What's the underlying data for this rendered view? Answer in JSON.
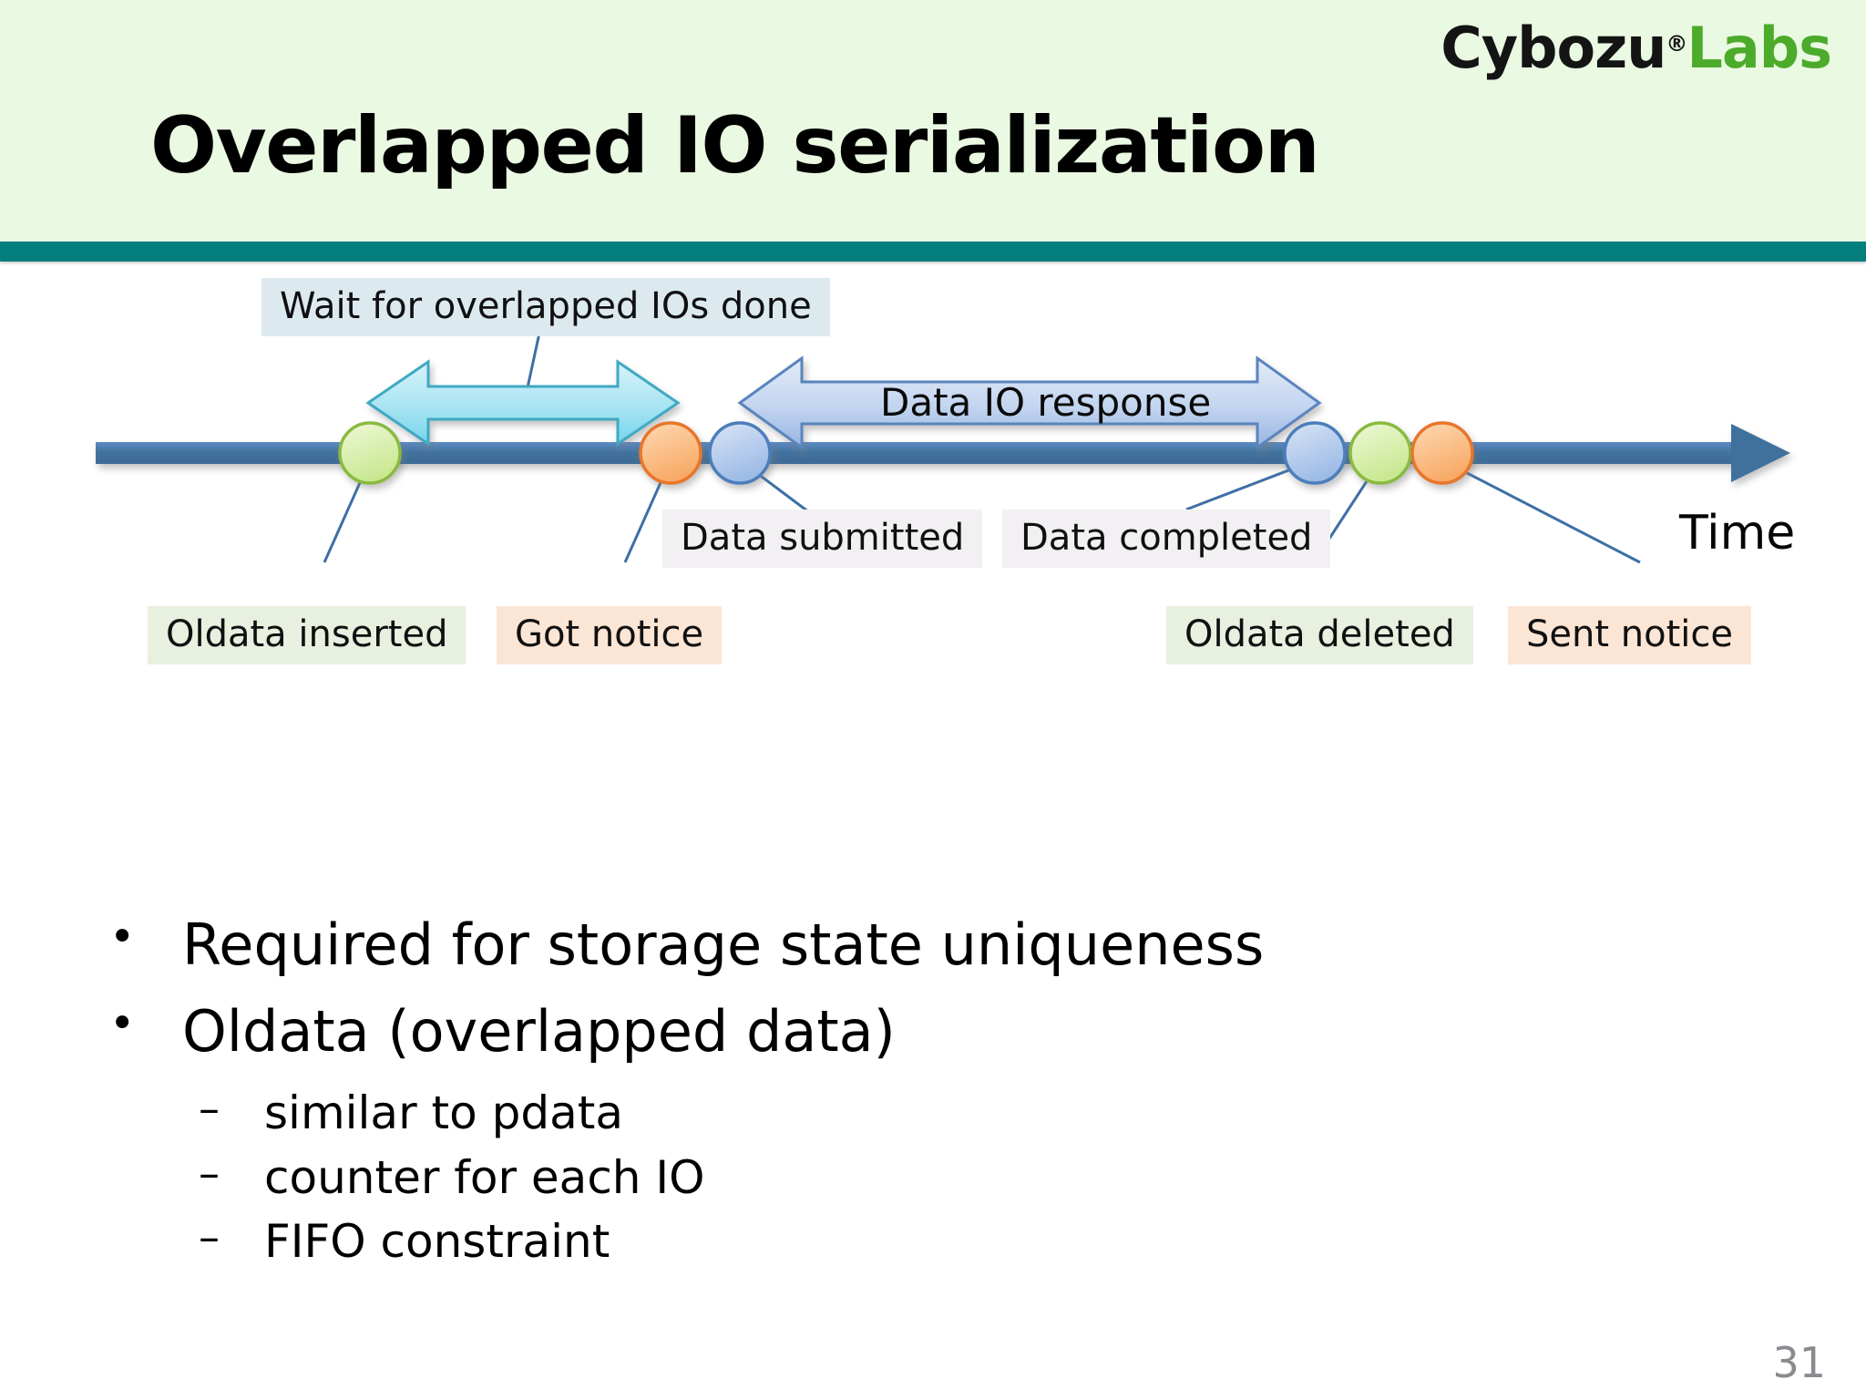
{
  "header": {
    "title": "Overlapped IO serialization",
    "logo": {
      "brand": "Cybozu",
      "registered": "®",
      "suffix": "Labs"
    },
    "accent_color": "#047e7d",
    "background_color": "#eaf9e2"
  },
  "diagram": {
    "axis_label": "Time",
    "callouts": [
      {
        "name": "wait-overlapped",
        "text": "Wait for overlapped IOs done",
        "style": "blue"
      },
      {
        "name": "data-submitted",
        "text": "Data submitted",
        "style": "gray"
      },
      {
        "name": "data-completed",
        "text": "Data completed",
        "style": "gray"
      },
      {
        "name": "oldata-inserted",
        "text": "Oldata inserted",
        "style": "green"
      },
      {
        "name": "got-notice",
        "text": "Got notice",
        "style": "peach"
      },
      {
        "name": "oldata-deleted",
        "text": "Oldata deleted",
        "style": "green"
      },
      {
        "name": "sent-notice",
        "text": "Sent notice",
        "style": "peach"
      }
    ],
    "arrows": [
      {
        "name": "wait-arrow",
        "label": "",
        "color": "#9fe3f0"
      },
      {
        "name": "data-io-response-arrow",
        "label": "Data IO response",
        "color": "#b9cdec"
      }
    ],
    "events": [
      {
        "name": "oldata-inserted-marker",
        "color": "#cfe9a0"
      },
      {
        "name": "got-notice-marker",
        "color": "#f9b878"
      },
      {
        "name": "data-submitted-marker",
        "color": "#aac4e8"
      },
      {
        "name": "data-completed-marker",
        "color": "#aac4e8"
      },
      {
        "name": "oldata-deleted-marker",
        "color": "#cfe9a0"
      },
      {
        "name": "sent-notice-marker",
        "color": "#f9b878"
      }
    ]
  },
  "content": {
    "bullets": [
      {
        "text": "Required for storage state uniqueness",
        "marker": "•",
        "level": 1
      },
      {
        "text": "Oldata (overlapped data)",
        "marker": "•",
        "level": 1
      },
      {
        "text": "similar to pdata",
        "marker": "–",
        "level": 2
      },
      {
        "text": "counter for each IO",
        "marker": "–",
        "level": 2
      },
      {
        "text": "FIFO constraint",
        "marker": "–",
        "level": 2
      }
    ]
  },
  "footer": {
    "page_number": "31"
  }
}
